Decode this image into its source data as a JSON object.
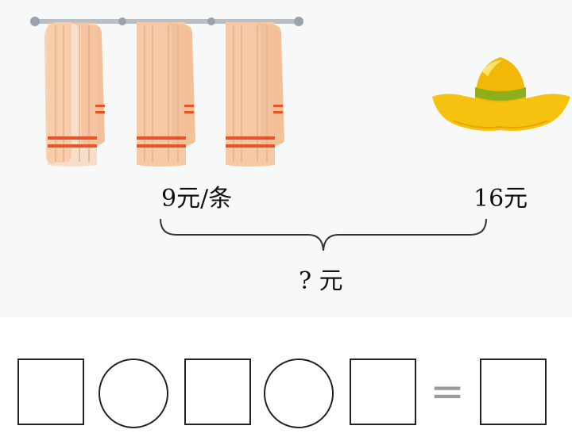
{
  "prices": {
    "towel_price": "9元/条",
    "hat_price": "16元"
  },
  "question": {
    "label": "? 元"
  },
  "equation": {
    "slots": [
      "box",
      "circle",
      "box",
      "circle",
      "box"
    ],
    "equals_sign": "=",
    "answer_slot": "box"
  },
  "items": {
    "towel_count": 3,
    "towel_color": "#f6c9a6",
    "towel_stripe_color": "#e8532a",
    "hat_color": "#f6c20f",
    "hat_band_color": "#8fae1b"
  }
}
